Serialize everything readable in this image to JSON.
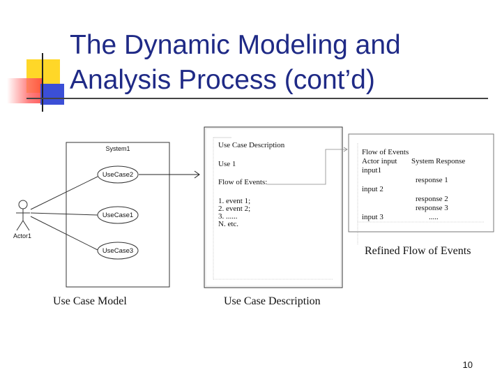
{
  "title": {
    "line1": "The Dynamic Modeling and",
    "line2": "Analysis Process (cont’d)"
  },
  "use_case_model": {
    "system_label": "System1",
    "actor_label": "Actor1",
    "use_cases": [
      "UseCase2",
      "UseCase1",
      "UseCase3"
    ],
    "caption": "Use Case Model"
  },
  "use_case_description": {
    "heading": "Use Case Description",
    "use_case": "Use 1",
    "flow_label": "Flow of Events:",
    "events": [
      "1. event 1;",
      "2. event 2;",
      "3. ......",
      "N. etc."
    ],
    "caption": "Use Case Description"
  },
  "refined_flow": {
    "heading": "Flow of Events",
    "col_actor": "Actor input",
    "col_system": "System Response",
    "input1": "input1",
    "response1": "response 1",
    "input2": "input 2",
    "response2": "response 2",
    "response3": "response 3",
    "input3": "input 3",
    "ellipsis": ".....",
    "caption": "Refined Flow of Events"
  },
  "page_number": "10"
}
